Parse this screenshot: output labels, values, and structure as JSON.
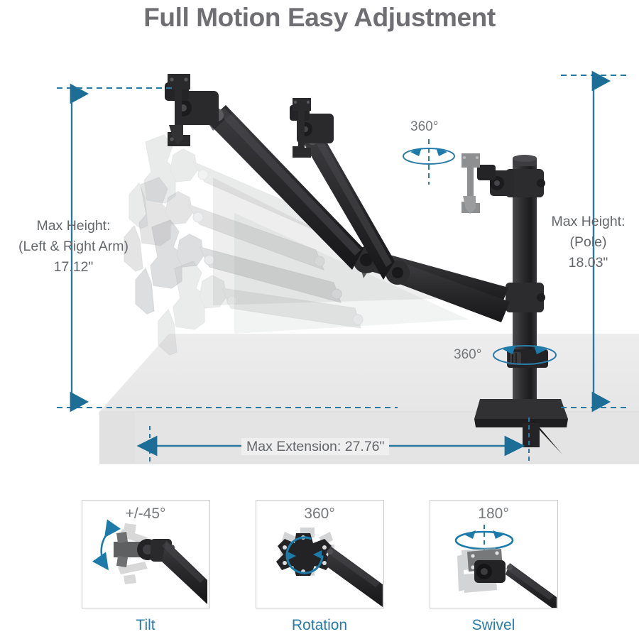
{
  "header": {
    "title": "Full Motion Easy Adjustment"
  },
  "colors": {
    "accent_blue": "#2a7ba8",
    "arrow_blue": "#2878a0",
    "title_gray": "#6e6e73",
    "text_gray": "#63666a",
    "desk_gray": "#e9e9e9",
    "hardware_black": "#2b2b2d"
  },
  "diagram": {
    "left_dimension": {
      "line1": "Max Height:",
      "line2": "(Left & Right Arm)",
      "line3": "17.12\"",
      "arrow": "double-vertical-arrow"
    },
    "right_dimension": {
      "line1": "Max Height:",
      "line2": "(Pole)",
      "line3": "18.03\"",
      "arrow": "double-vertical-arrow"
    },
    "extension_dimension": {
      "label": "Max Extension: 27.76\"",
      "arrow": "double-horizontal-arrow"
    },
    "rotation_callouts": [
      {
        "id": "monitor-rotation",
        "label": "360°"
      },
      {
        "id": "pole-rotation",
        "label": "360°"
      }
    ],
    "product": "dual-monitor-gas-spring-desk-mount"
  },
  "features": [
    {
      "degrees": "+/-45°",
      "label": "Tilt",
      "icon": "tilt-icon"
    },
    {
      "degrees": "360°",
      "label": "Rotation",
      "icon": "rotation-icon"
    },
    {
      "degrees": "180°",
      "label": "Swivel",
      "icon": "swivel-icon"
    }
  ]
}
